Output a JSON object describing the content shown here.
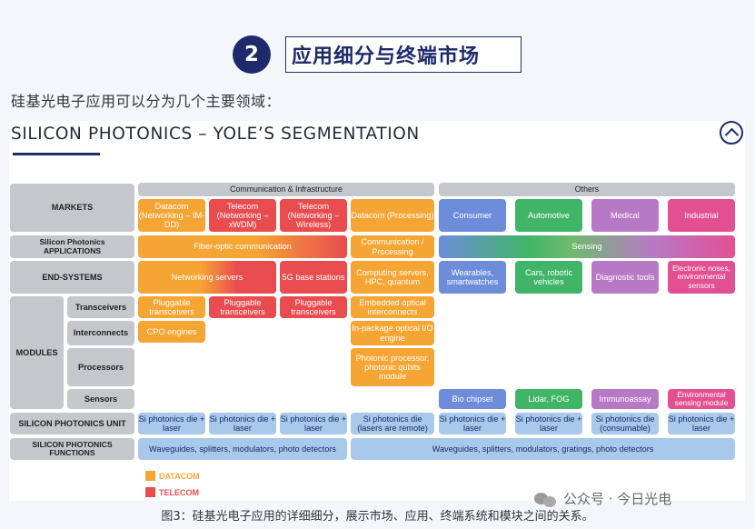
{
  "section": {
    "number": "2",
    "title": "应用细分与终端市场"
  },
  "intro": "硅基光电子应用可以分为几个主要领域：",
  "diagram": {
    "title": "SILICON PHOTONICS – YOLE’S SEGMENTATION",
    "group_headers": {
      "comm": "Communication & Infrastructure",
      "others": "Others"
    },
    "row_labels": {
      "markets": "MARKETS",
      "applications": "Silicon Photonics APPLICATIONS",
      "end_systems": "END-SYSTEMS",
      "modules": "MODULES",
      "unit": "SILICON PHOTONICS UNIT",
      "functions": "SILICON PHOTONICS FUNCTIONS"
    },
    "module_labels": {
      "transceivers": "Transceivers",
      "interconnects": "Interconnects",
      "processors": "Processors",
      "sensors": "Sensors"
    },
    "markets": [
      "Datacom (Networking – IM-DD)",
      "Telecom (Networking – xWDM)",
      "Telecom (Networking – Wireless)",
      "Datacom (Processing)",
      "Consumer",
      "Automotive",
      "Medical",
      "Industrial"
    ],
    "applications": {
      "fiber": "Fiber-optic communication",
      "comm": "Communication / Processing",
      "sensing": "Sensing"
    },
    "end_systems": [
      "Networking servers",
      "5G base stations",
      "Computing servers, HPC, quantum",
      "Wearables, smartwatches",
      "Cars, robotic vehicles",
      "Diagnostic tools",
      "Electronic noses, environmental sensors"
    ],
    "transceivers": [
      "Pluggable transceivers",
      "Pluggable transceivers",
      "Pluggable transceivers",
      "Embedded optical interconnects"
    ],
    "interconnects": [
      "CPO engines",
      "In-package optical I/O engine"
    ],
    "processors": [
      "Photonic processor, photonic qubits module"
    ],
    "sensors": [
      "Bio chipset",
      "Lidar, FOG",
      "Immunoassay",
      "Environmental sensing module"
    ],
    "units": [
      "Si photonics die + laser",
      "Si photonics die + laser",
      "Si photonics die + laser",
      "Si photonics die (lasers are remote)",
      "Si photonics die + laser",
      "Si photonics die + laser",
      "Si photonics die (consumable)",
      "Si photonics die + laser"
    ],
    "functions": [
      "Waveguides, splitters, modulators, photo detectors",
      "Waveguides, splitters, modulators, gratings, photo detectors"
    ],
    "legend": [
      {
        "label": "DATACOM",
        "color": "#f5a533"
      },
      {
        "label": "TELECOM",
        "color": "#e94c4f"
      }
    ]
  },
  "watermark": "公众号 · 今日光电",
  "caption": "图3：硅基光电子应用的详细细分，展示市场、应用、终端系统和模块之间的关系。"
}
